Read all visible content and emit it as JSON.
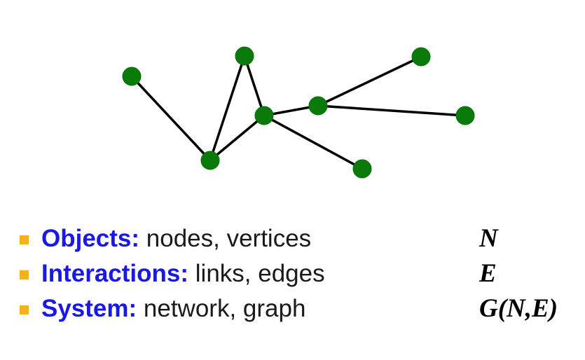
{
  "diagram": {
    "colors": {
      "node": "#0a7a0a",
      "edge": "#000000",
      "bullet": "#f2b21f",
      "keyword": "#1818e8"
    },
    "nodes": [
      "a",
      "b",
      "c",
      "d",
      "e",
      "f",
      "g",
      "h"
    ],
    "edges": [
      [
        "a",
        "b"
      ],
      [
        "b",
        "c"
      ],
      [
        "c",
        "d"
      ],
      [
        "b",
        "d"
      ],
      [
        "d",
        "e"
      ],
      [
        "e",
        "f"
      ],
      [
        "e",
        "g"
      ],
      [
        "d",
        "h"
      ]
    ]
  },
  "items": [
    {
      "term": "Objects:",
      "desc": " nodes, vertices",
      "symbol": "N"
    },
    {
      "term": "Interactions:",
      "desc": " links, edges",
      "symbol": "E"
    },
    {
      "term": "System:",
      "desc": " network, graph",
      "symbol": "G(N,E)"
    }
  ]
}
